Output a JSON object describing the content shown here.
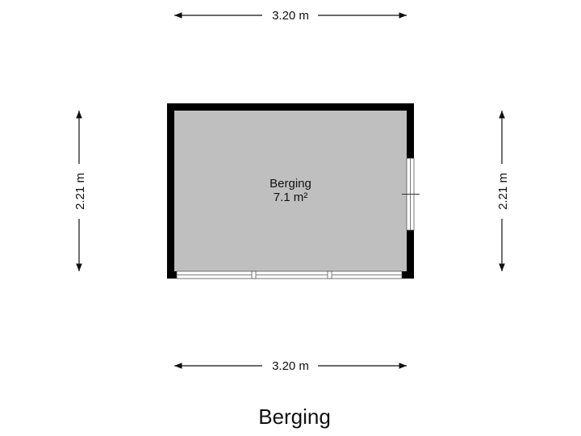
{
  "plan": {
    "title": "Berging",
    "room": {
      "name": "Berging",
      "area": "7.1 m²"
    },
    "dimensions": {
      "top": "3.20 m",
      "bottom": "3.20 m",
      "left": "2.21 m",
      "right": "2.21 m"
    },
    "colors": {
      "wall": "#000000",
      "floor": "#bfbfbf",
      "window_frame": "#555555",
      "dimension_line": "#111111"
    }
  }
}
